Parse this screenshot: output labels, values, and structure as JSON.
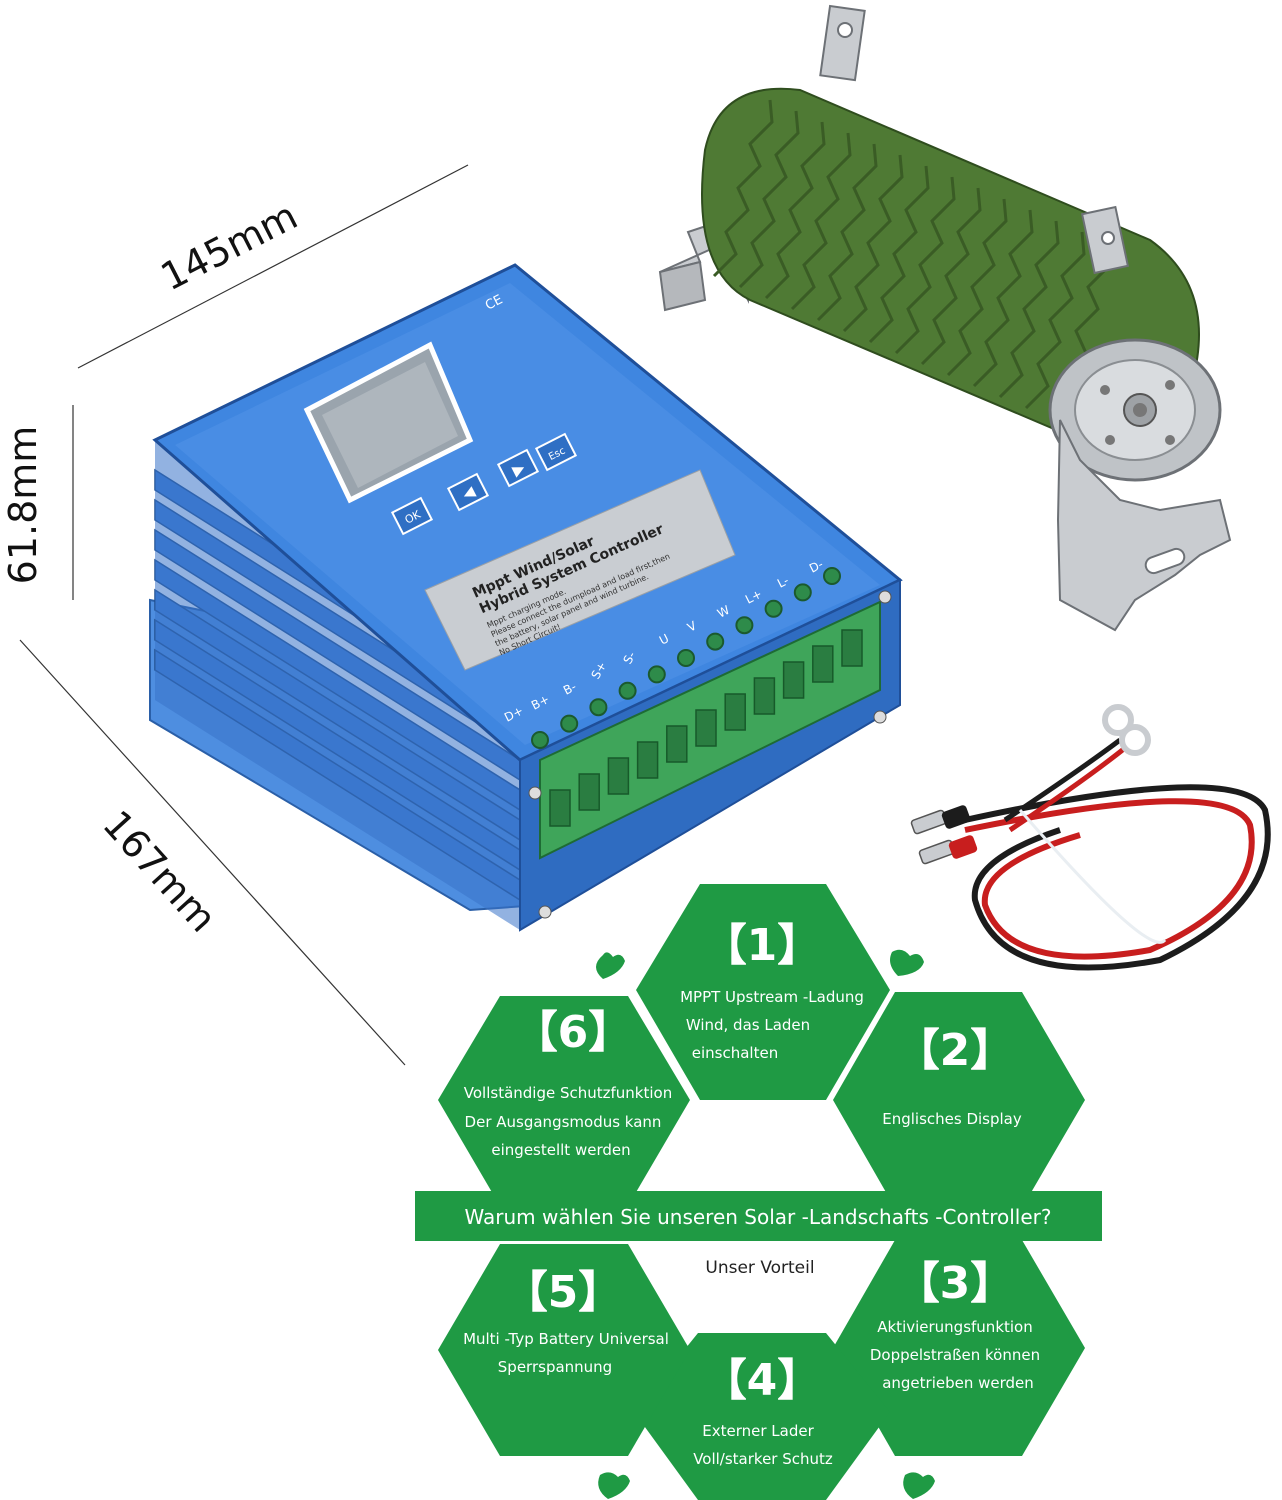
{
  "dimensions": {
    "width_label": "145mm",
    "height_label": "61.8mm",
    "depth_label": "167mm"
  },
  "controller": {
    "ce_mark": "CE",
    "buttons": [
      "OK",
      "◀",
      "▶",
      "Esc"
    ],
    "label_title_line1": "Mppt Wind/Solar",
    "label_title_line2": "Hybrid System Controller",
    "label_small_lines": [
      "Mppt charging mode.",
      "Please connect the dumpload and load first,then",
      "the battery, solar panel and wind turbine.",
      "No Short Circuit!"
    ],
    "terminal_labels_front": [
      "D+",
      "B+",
      "B-",
      "S+",
      "S-",
      "U",
      "V",
      "W",
      "L+",
      "L-",
      "D-"
    ]
  },
  "features": [
    {
      "num": "【1】",
      "lines": [
        "MPPT Upstream -Ladung",
        "Wind, das Laden",
        "einschalten"
      ]
    },
    {
      "num": "【2】",
      "lines": [
        "Englisches Display"
      ]
    },
    {
      "num": "【3】",
      "lines": [
        "Aktivierungsfunktion",
        "Doppelstraßen können",
        "angetrieben werden"
      ]
    },
    {
      "num": "【4】",
      "lines": [
        "Externer Lader",
        "Voll/starker Schutz"
      ]
    },
    {
      "num": "【5】",
      "lines": [
        "Multi -Typ Battery Universal",
        "Sperrspannung"
      ]
    },
    {
      "num": "【6】",
      "lines": [
        "Vollständige Schutzfunktion",
        "Der Ausgangsmodus kann",
        "eingestellt werden"
      ]
    }
  ],
  "banner": "Warum wählen Sie unseren Solar -Landschafts -Controller?",
  "subtitle": "Unser Vorteil",
  "colors": {
    "green": "#1f9a44",
    "controller_blue": "#3a7bd5",
    "resistor_green": "#4f7a34",
    "metal": "#c9ccd0",
    "terminal_green": "#3fa55a"
  }
}
